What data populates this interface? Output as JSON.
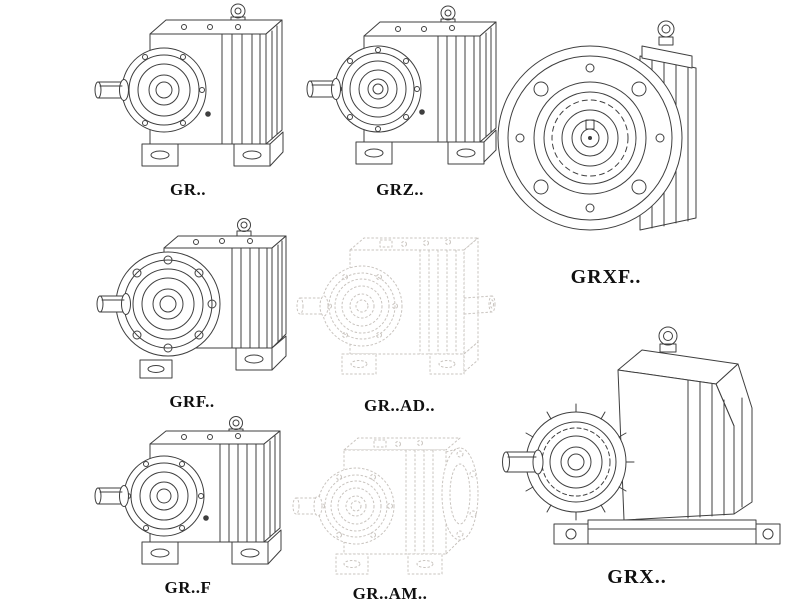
{
  "page": {
    "background": "#ffffff",
    "caption_color": "#101010",
    "line_color": "#3f3f3f",
    "phantom_line_color": "#c9c4bf"
  },
  "figures": [
    {
      "id": "gr",
      "label": "GR.."
    },
    {
      "id": "grz",
      "label": "GRZ.."
    },
    {
      "id": "grxf",
      "label": "GRXF.."
    },
    {
      "id": "grf",
      "label": "GRF.."
    },
    {
      "id": "gr-ad",
      "label": "GR..AD.."
    },
    {
      "id": "grx",
      "label": "GRX.."
    },
    {
      "id": "gr-f",
      "label": "GR..F"
    },
    {
      "id": "gr-am",
      "label": "GR..AM.."
    }
  ]
}
